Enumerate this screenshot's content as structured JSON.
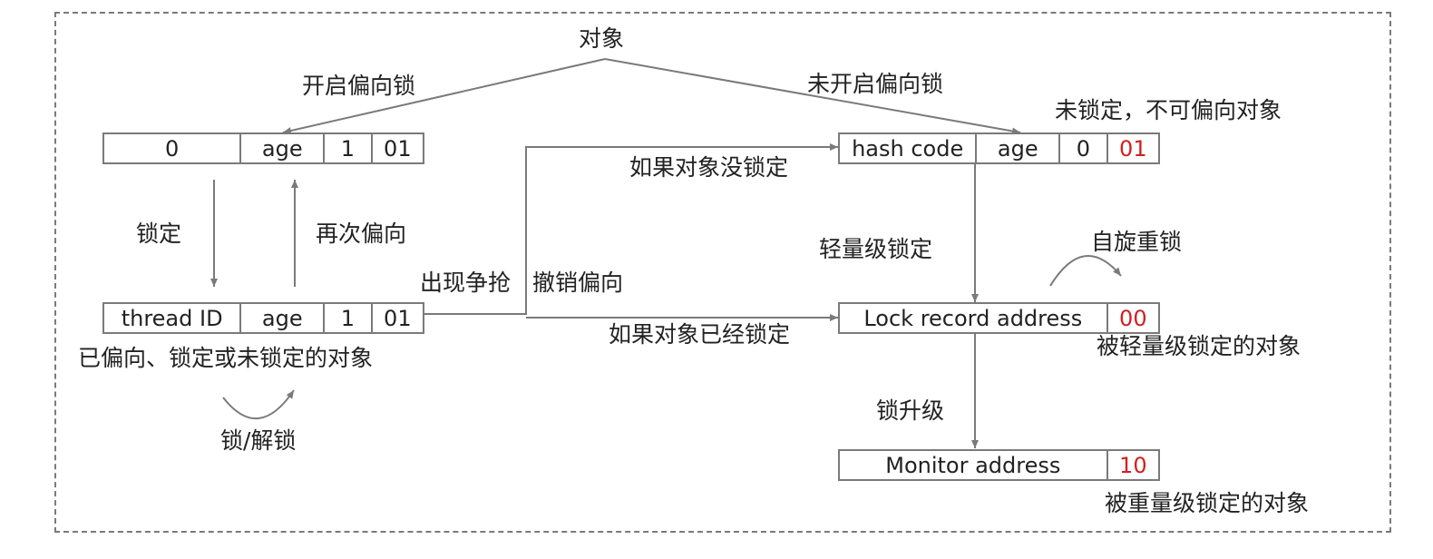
{
  "title": "对象",
  "edges": {
    "enable_biased": "开启偏向锁",
    "disable_biased": "未开启偏向锁",
    "lock": "锁定",
    "rebias": "再次偏向",
    "contention": "出现争抢",
    "revoke_bias": "撤销偏向",
    "if_not_locked": "如果对象没锁定",
    "if_locked": "如果对象已经锁定",
    "lightweight_lock": "轻量级锁定",
    "spin_lock": "自旋重锁",
    "upgrade": "锁升级",
    "lock_unlock": "锁/解锁"
  },
  "records": {
    "biasable": {
      "cells": [
        "0",
        "age",
        "1",
        "01"
      ]
    },
    "biased": {
      "cells": [
        "thread ID",
        "age",
        "1",
        "01"
      ],
      "caption": "已偏向、锁定或未锁定的对象"
    },
    "unlocked": {
      "cells": [
        "hash code",
        "age",
        "0",
        "01"
      ],
      "caption": "未锁定，不可偏向对象"
    },
    "lightweight": {
      "cells": [
        "Lock record address",
        "00"
      ],
      "caption": "被轻量级锁定的对象"
    },
    "heavyweight": {
      "cells": [
        "Monitor address",
        "10"
      ],
      "caption": "被重量级锁定的对象"
    }
  },
  "colors": {
    "line": "#7a7a7a",
    "text": "#222222",
    "lock_bits": "#d21f1f"
  }
}
